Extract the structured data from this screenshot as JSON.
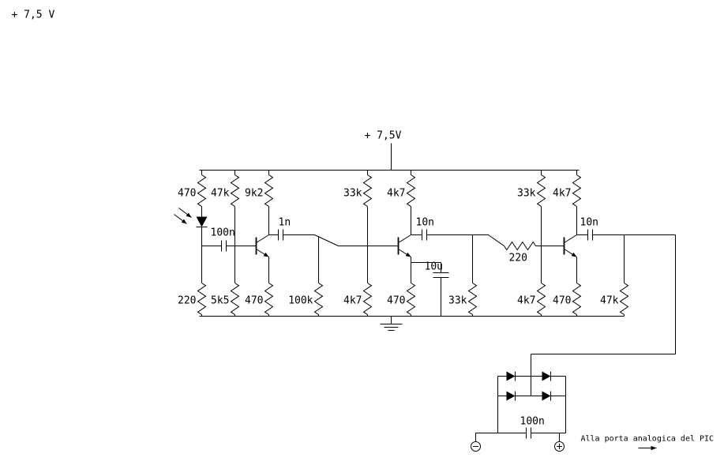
{
  "page": {
    "corner_label": "+ 7,5 V"
  },
  "power": {
    "supply_label": "+ 7,5V"
  },
  "resistors": {
    "top": [
      "470",
      "47k",
      "9k2",
      "33k",
      "4k7",
      "33k",
      "4k7"
    ],
    "bottom": [
      "220",
      "5k5",
      "470",
      "100k",
      "4k7",
      "470",
      "33k",
      "4k7",
      "470",
      "47k"
    ],
    "series": "220"
  },
  "capacitors": {
    "input_coupling": "100n",
    "stage1_coupling": "1n",
    "stage2_coupling": "10n",
    "stage3_coupling": "10n",
    "emitter_bypass": "10u",
    "detector_output": "100n"
  },
  "output": {
    "caption": "Alla porta analogica del PIC"
  }
}
